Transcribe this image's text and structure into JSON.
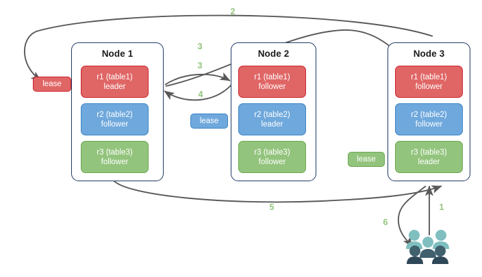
{
  "diagram": {
    "title": "raft-lease-topology",
    "colors": {
      "red_fill": "#e06666",
      "red_border": "#cc2229",
      "blue_fill": "#6fa8dc",
      "blue_border": "#3d85c6",
      "green_fill": "#93c47d",
      "green_border": "#6aa84f",
      "node_border": "#1f3864",
      "arrow": "#595959",
      "step_label": "#93c47d",
      "people_back": "#7fbfc0",
      "people_front": "#2f4858"
    },
    "nodes": [
      {
        "title": "Node 1",
        "replicas": [
          {
            "name": "r1 (table1)",
            "role": "leader",
            "color": "red"
          },
          {
            "name": "r2 (table2)",
            "role": "follower",
            "color": "blue"
          },
          {
            "name": "r3 (table3)",
            "role": "follower",
            "color": "green"
          }
        ]
      },
      {
        "title": "Node 2",
        "replicas": [
          {
            "name": "r1 (table1)",
            "role": "follower",
            "color": "red"
          },
          {
            "name": "r2 (table2)",
            "role": "leader",
            "color": "blue"
          },
          {
            "name": "r3 (table3)",
            "role": "follower",
            "color": "green"
          }
        ]
      },
      {
        "title": "Node 3",
        "replicas": [
          {
            "name": "r1 (table1)",
            "role": "follower",
            "color": "red"
          },
          {
            "name": "r2 (table2)",
            "role": "follower",
            "color": "blue"
          },
          {
            "name": "r3 (table3)",
            "role": "leader",
            "color": "green"
          }
        ]
      }
    ],
    "leases": [
      {
        "label": "lease",
        "color": "red"
      },
      {
        "label": "lease",
        "color": "blue"
      },
      {
        "label": "lease",
        "color": "green"
      }
    ],
    "steps": [
      {
        "label": "1"
      },
      {
        "label": "2"
      },
      {
        "label": "3"
      },
      {
        "label": "3"
      },
      {
        "label": "4"
      },
      {
        "label": "5"
      },
      {
        "label": "6"
      }
    ],
    "actor": {
      "icon": "people-group-icon"
    }
  }
}
